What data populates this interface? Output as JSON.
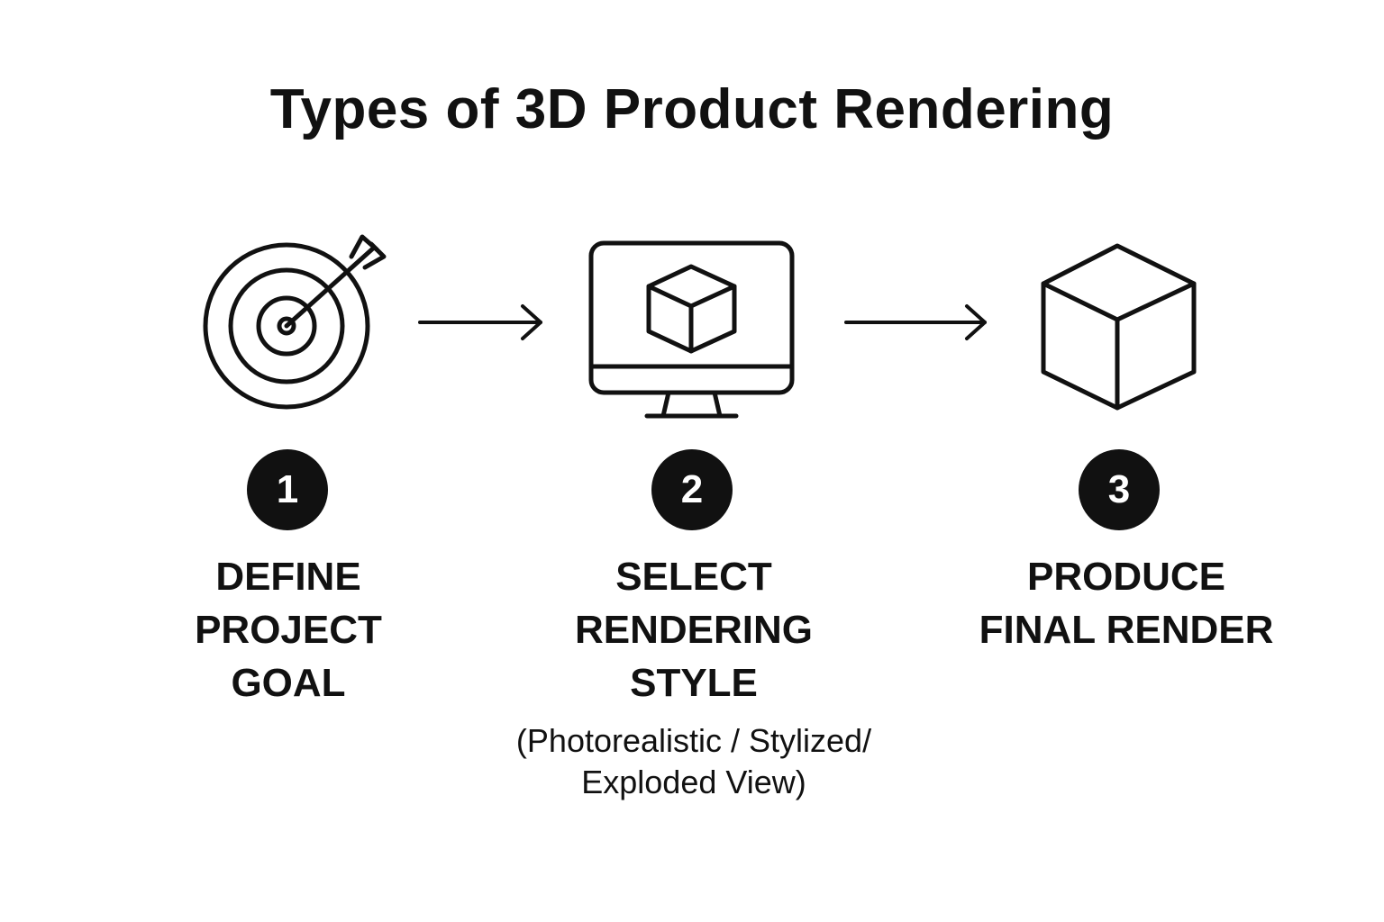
{
  "title": "Types of 3D Product Rendering",
  "steps": [
    {
      "number": "1",
      "label": "DEFINE\nPROJECT\nGOAL",
      "icon": "target-icon"
    },
    {
      "number": "2",
      "label": "SELECT\nRENDERING\nSTYLE",
      "sublabel": "(Photorealistic / Stylized/\nExploded View)",
      "icon": "monitor-cube-icon"
    },
    {
      "number": "3",
      "label": "PRODUCE\nFINAL RENDER",
      "icon": "cube-icon"
    }
  ],
  "colors": {
    "ink": "#111111",
    "background": "#ffffff"
  }
}
